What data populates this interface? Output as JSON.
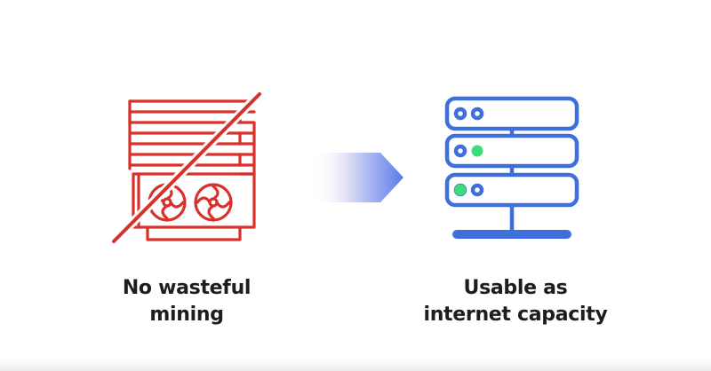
{
  "left_panel": {
    "icon": "crossed-out-mining-rig-icon",
    "color": "#d8312b",
    "caption_line1": "No wasteful",
    "caption_line2": "mining"
  },
  "transition": {
    "icon": "gradient-arrow-icon",
    "color": "#5b7bea"
  },
  "right_panel": {
    "icon": "server-rack-icon",
    "color": "#3f6fdc",
    "indicator_color": "#3ddc7a",
    "caption_line1": "Usable as",
    "caption_line2": "internet capacity"
  }
}
